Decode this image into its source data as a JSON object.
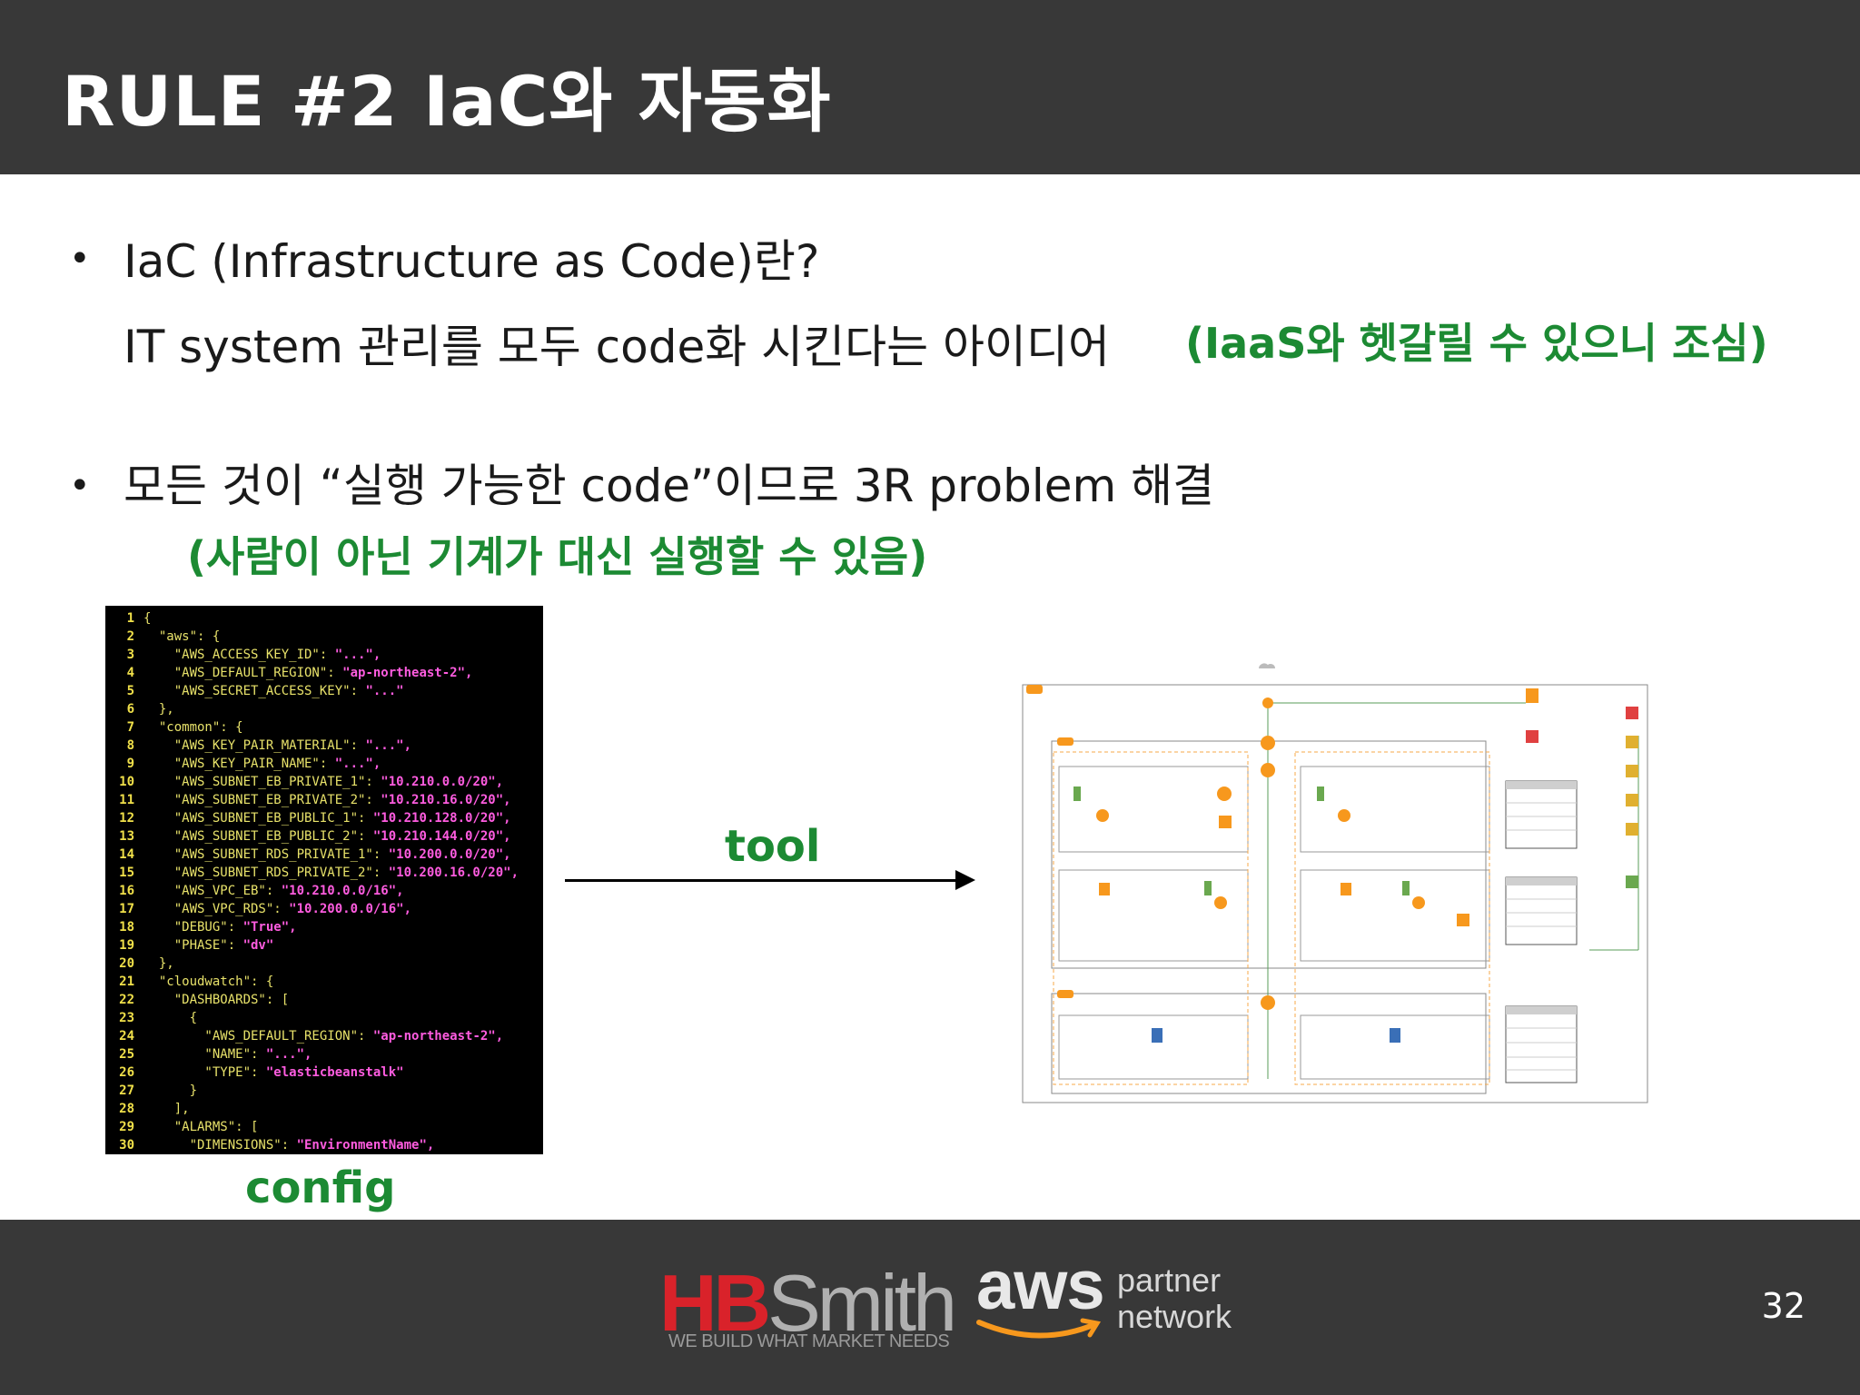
{
  "header": {
    "title": "RULE #2 IaC와 자동화"
  },
  "bullets": {
    "b1_dot": "•",
    "b1_line1": "IaC (Infrastructure as Code)란?",
    "b1_line2": "IT system 관리를 모두 code화 시킨다는 아이디어",
    "b1_note": "(IaaS와 헷갈릴 수 있으니 조심)",
    "b2_dot": "•",
    "b2_line1": "모든 것이 “실행 가능한 code”이므로 3R problem 해결",
    "b2_note": "(사람이 아닌 기계가 대신 실행할 수 있음)"
  },
  "labels": {
    "tool": "tool",
    "config": "config"
  },
  "code_lines": [
    {
      "n": "1",
      "t": "{",
      "s": ""
    },
    {
      "n": "2",
      "t": "  \"aws\": {",
      "s": ""
    },
    {
      "n": "3",
      "t": "    \"AWS_ACCESS_KEY_ID\": ",
      "s": "\"...\","
    },
    {
      "n": "4",
      "t": "    \"AWS_DEFAULT_REGION\": ",
      "s": "\"ap-northeast-2\","
    },
    {
      "n": "5",
      "t": "    \"AWS_SECRET_ACCESS_KEY\": ",
      "s": "\"...\""
    },
    {
      "n": "6",
      "t": "  },",
      "s": ""
    },
    {
      "n": "7",
      "t": "  \"common\": {",
      "s": ""
    },
    {
      "n": "8",
      "t": "    \"AWS_KEY_PAIR_MATERIAL\": ",
      "s": "\"...\","
    },
    {
      "n": "9",
      "t": "    \"AWS_KEY_PAIR_NAME\": ",
      "s": "\"...\","
    },
    {
      "n": "10",
      "t": "    \"AWS_SUBNET_EB_PRIVATE_1\": ",
      "s": "\"10.210.0.0/20\","
    },
    {
      "n": "11",
      "t": "    \"AWS_SUBNET_EB_PRIVATE_2\": ",
      "s": "\"10.210.16.0/20\","
    },
    {
      "n": "12",
      "t": "    \"AWS_SUBNET_EB_PUBLIC_1\": ",
      "s": "\"10.210.128.0/20\","
    },
    {
      "n": "13",
      "t": "    \"AWS_SUBNET_EB_PUBLIC_2\": ",
      "s": "\"10.210.144.0/20\","
    },
    {
      "n": "14",
      "t": "    \"AWS_SUBNET_RDS_PRIVATE_1\": ",
      "s": "\"10.200.0.0/20\","
    },
    {
      "n": "15",
      "t": "    \"AWS_SUBNET_RDS_PRIVATE_2\": ",
      "s": "\"10.200.16.0/20\","
    },
    {
      "n": "16",
      "t": "    \"AWS_VPC_EB\": ",
      "s": "\"10.210.0.0/16\","
    },
    {
      "n": "17",
      "t": "    \"AWS_VPC_RDS\": ",
      "s": "\"10.200.0.0/16\","
    },
    {
      "n": "18",
      "t": "    \"DEBUG\": ",
      "s": "\"True\","
    },
    {
      "n": "19",
      "t": "    \"PHASE\": ",
      "s": "\"dv\""
    },
    {
      "n": "20",
      "t": "  },",
      "s": ""
    },
    {
      "n": "21",
      "t": "  \"cloudwatch\": {",
      "s": ""
    },
    {
      "n": "22",
      "t": "    \"DASHBOARDS\": [",
      "s": ""
    },
    {
      "n": "23",
      "t": "      {",
      "s": ""
    },
    {
      "n": "24",
      "t": "        \"AWS_DEFAULT_REGION\": ",
      "s": "\"ap-northeast-2\","
    },
    {
      "n": "25",
      "t": "        \"NAME\": ",
      "s": "\"...\","
    },
    {
      "n": "26",
      "t": "        \"TYPE\": ",
      "s": "\"elasticbeanstalk\""
    },
    {
      "n": "27",
      "t": "      }",
      "s": ""
    },
    {
      "n": "28",
      "t": "    ],",
      "s": ""
    },
    {
      "n": "29",
      "t": "    \"ALARMS\": [",
      "s": ""
    },
    {
      "n": "30",
      "t": "      \"DIMENSIONS\": ",
      "s": "\"EnvironmentName\","
    }
  ],
  "footer": {
    "hb_h": "HB",
    "hb_s": "Smith",
    "hb_tag": "WE BUILD WHAT MARKET NEEDS",
    "aws": "aws",
    "aws_partner": "partner",
    "aws_network": "network",
    "page": "32"
  },
  "colors": {
    "accent_green": "#1c8a33",
    "header_bg": "#383838",
    "aws_orange": "#f7981d"
  }
}
